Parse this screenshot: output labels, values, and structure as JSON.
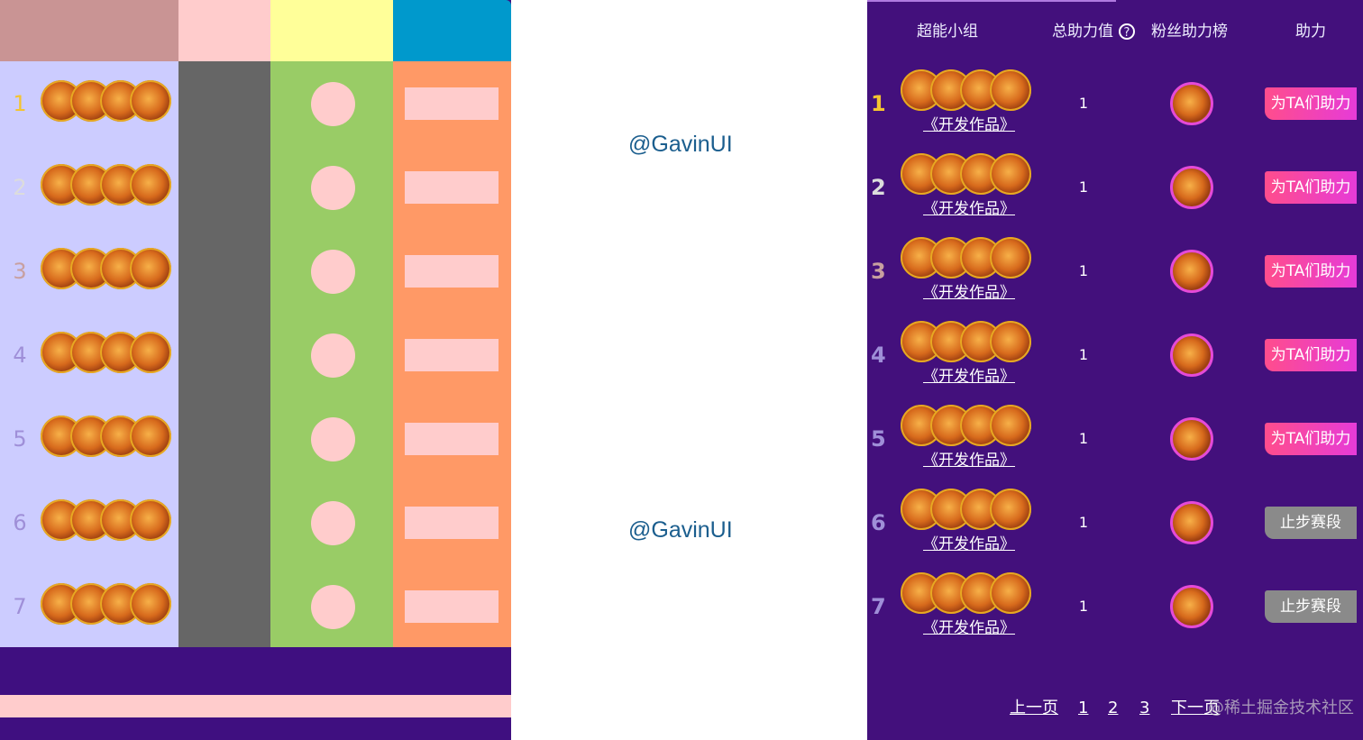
{
  "colors": {
    "panel_bg": "#43107c",
    "rank1": "#f4c430",
    "rank2": "#dcdcdc",
    "rank3": "#c8a0a0",
    "rank_other": "#9f8fd8",
    "help_button": "#ff4d8c",
    "step_button": "#8a8a8a"
  },
  "left": {
    "rows": [
      {
        "rank": "1"
      },
      {
        "rank": "2"
      },
      {
        "rank": "3"
      },
      {
        "rank": "4"
      },
      {
        "rank": "5"
      },
      {
        "rank": "6"
      },
      {
        "rank": "7"
      }
    ]
  },
  "watermarks": [
    "@GavinUI",
    "@GavinUI"
  ],
  "right": {
    "headers": {
      "group": "超能小组",
      "total": "总助力值",
      "help_icon": "?",
      "fans": "粉丝助力榜",
      "action": "助力"
    },
    "rows": [
      {
        "rank": "1",
        "work": "《开发作品》",
        "value": "1",
        "button": "为TA们助力",
        "button_type": "help"
      },
      {
        "rank": "2",
        "work": "《开发作品》",
        "value": "1",
        "button": "为TA们助力",
        "button_type": "help"
      },
      {
        "rank": "3",
        "work": "《开发作品》",
        "value": "1",
        "button": "为TA们助力",
        "button_type": "help"
      },
      {
        "rank": "4",
        "work": "《开发作品》",
        "value": "1",
        "button": "为TA们助力",
        "button_type": "help"
      },
      {
        "rank": "5",
        "work": "《开发作品》",
        "value": "1",
        "button": "为TA们助力",
        "button_type": "help"
      },
      {
        "rank": "6",
        "work": "《开发作品》",
        "value": "1",
        "button": "止步赛段",
        "button_type": "step"
      },
      {
        "rank": "7",
        "work": "《开发作品》",
        "value": "1",
        "button": "止步赛段",
        "button_type": "step"
      }
    ],
    "pager": {
      "prev": "上一页",
      "pages": [
        "1",
        "2",
        "3"
      ],
      "next": "下一页"
    },
    "footer_watermark": "@稀土掘金技术社区"
  }
}
